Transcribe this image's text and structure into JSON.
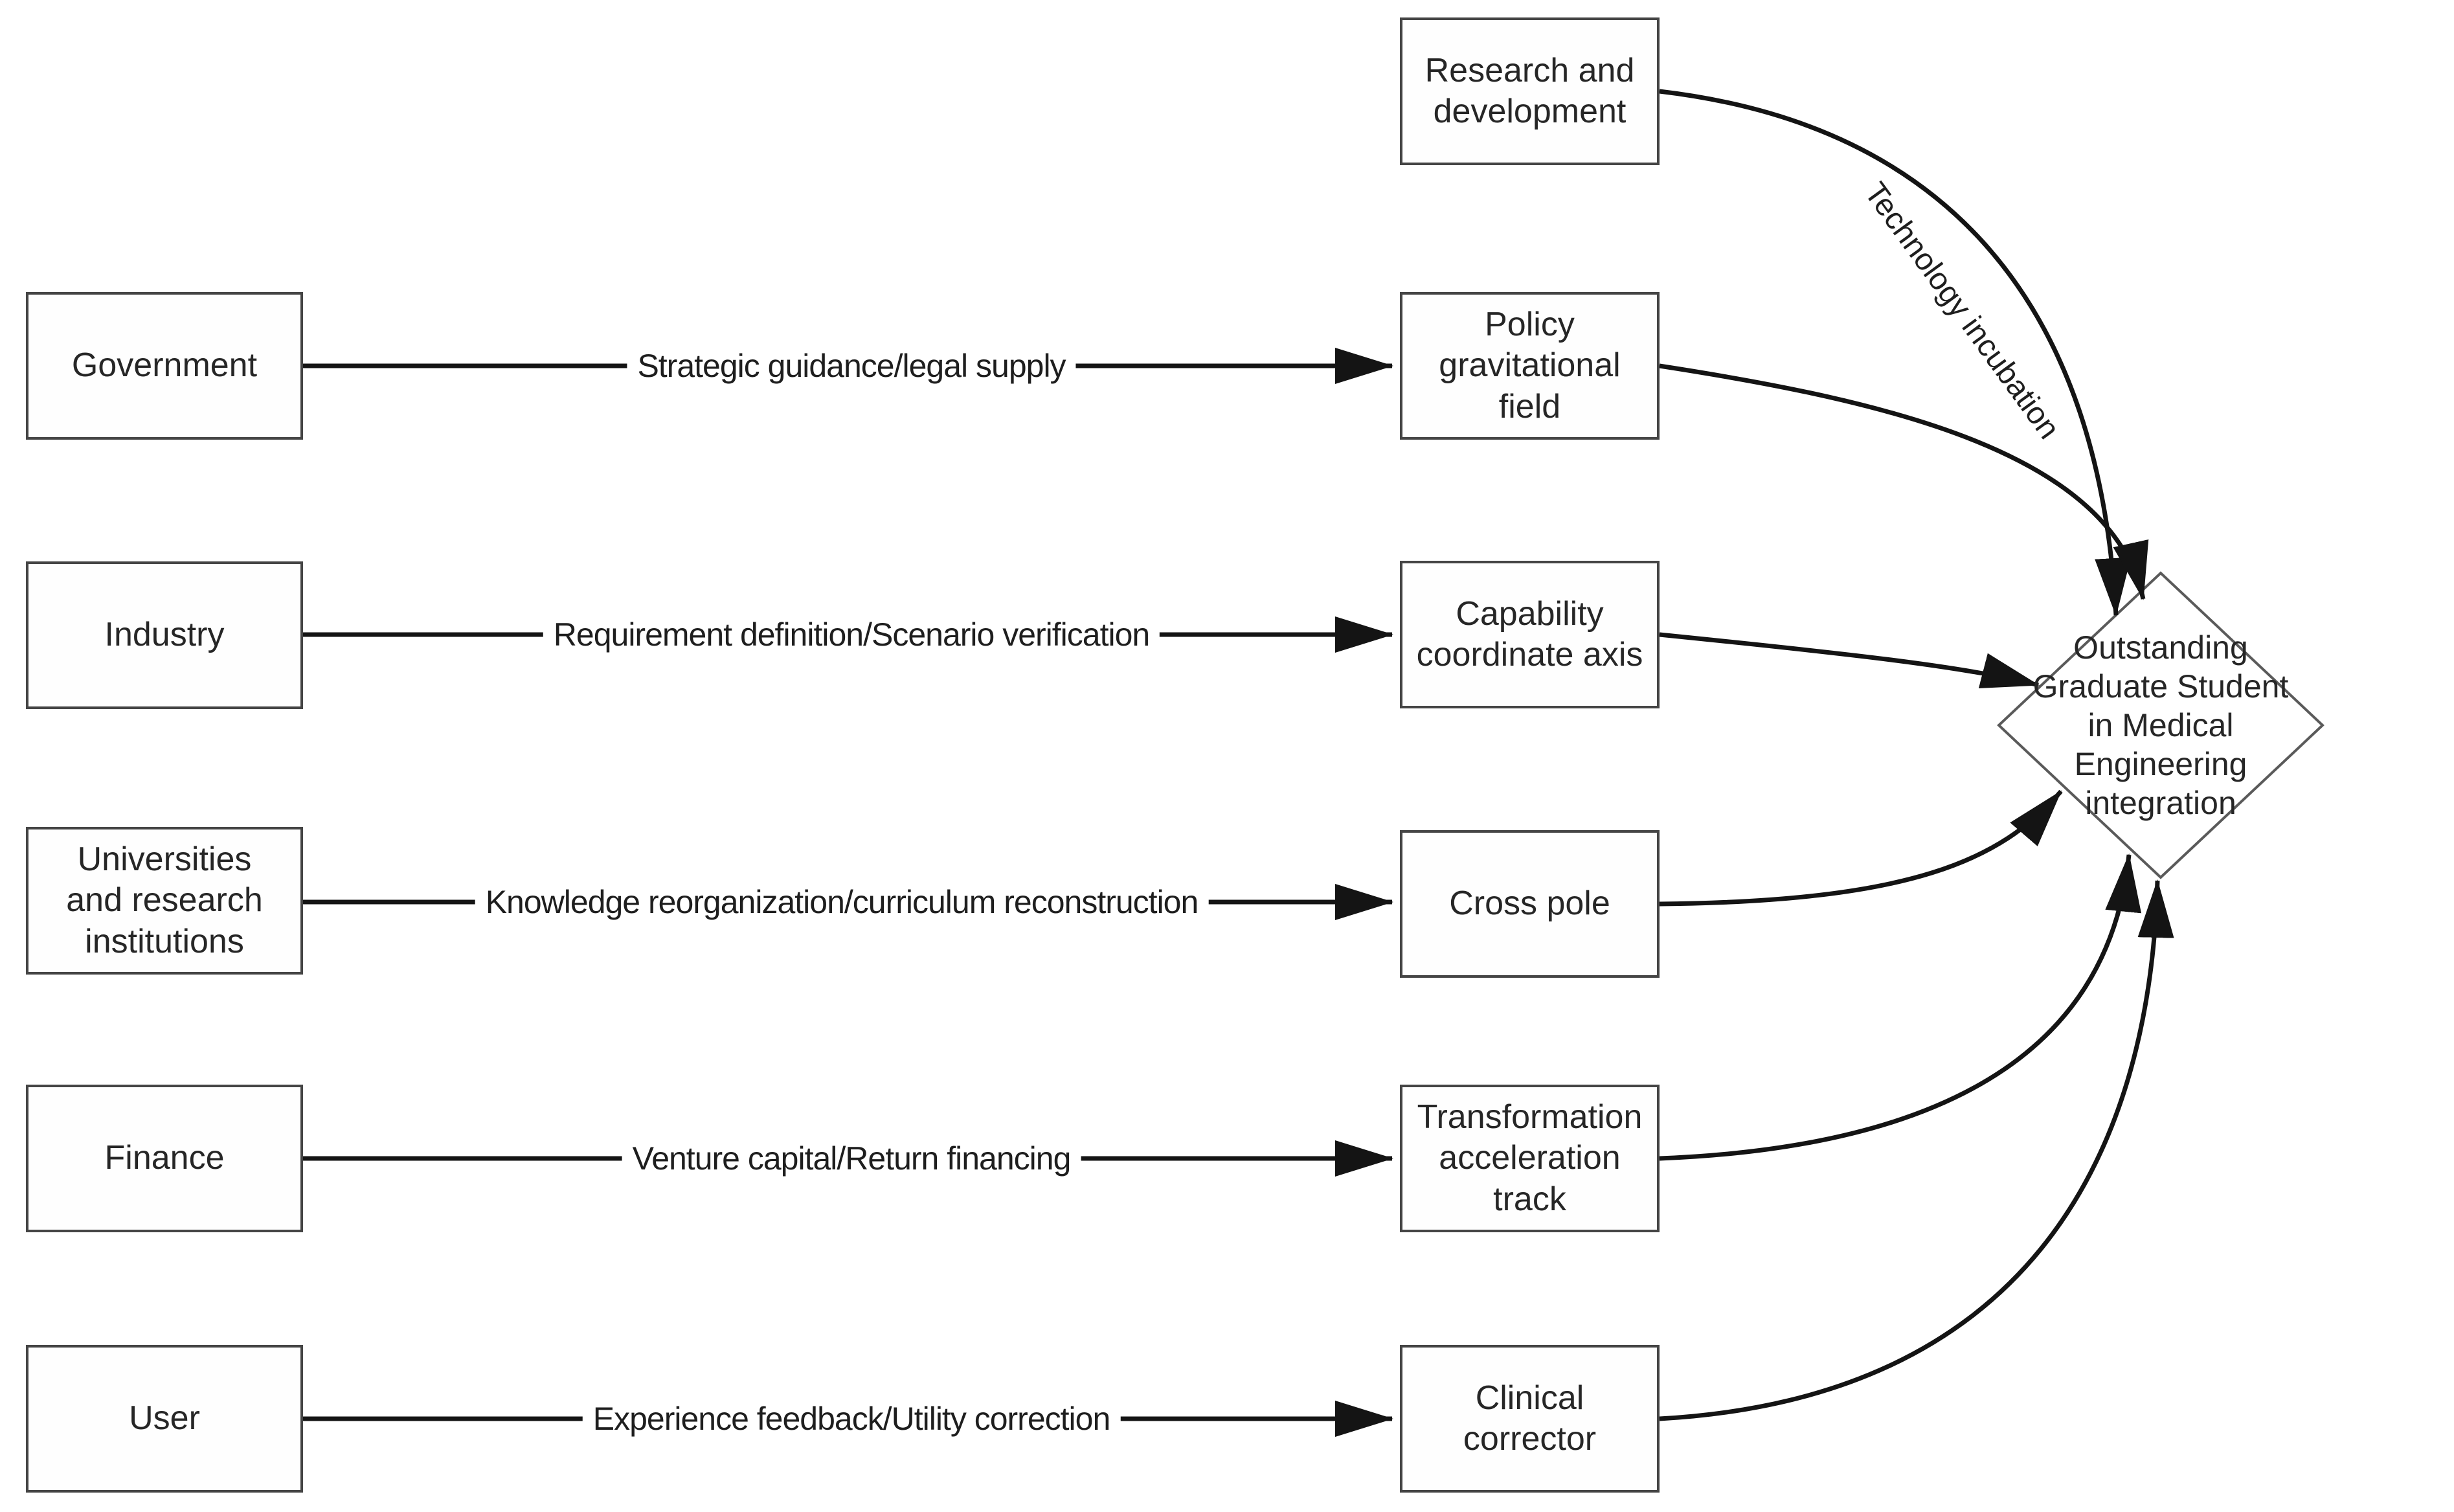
{
  "colors": {
    "background": "#ffffff",
    "box_border": "#454545",
    "diamond_border": "#5a5a5a",
    "line": "#141414",
    "text": "#262626"
  },
  "nodes": {
    "left": [
      {
        "id": "government",
        "label": "Government"
      },
      {
        "id": "industry",
        "label": "Industry"
      },
      {
        "id": "universities",
        "label": "Universities\nand research\ninstitutions"
      },
      {
        "id": "finance",
        "label": "Finance"
      },
      {
        "id": "user",
        "label": "User"
      }
    ],
    "middle": [
      {
        "id": "research-development",
        "label": "Research and\ndevelopment"
      },
      {
        "id": "policy-gravitational",
        "label": "Policy\ngravitational\nfield"
      },
      {
        "id": "capability-coordinate",
        "label": "Capability\ncoordinate axis"
      },
      {
        "id": "cross-pole",
        "label": "Cross pole"
      },
      {
        "id": "transformation-track",
        "label": "Transformation\nacceleration\ntrack"
      },
      {
        "id": "clinical-corrector",
        "label": "Clinical\ncorrector"
      }
    ],
    "diamond": {
      "id": "outstanding-graduate",
      "label": "Outstanding\nGraduate Student\nin Medical\nEngineering\nintegration"
    }
  },
  "edges": {
    "horizontal": [
      {
        "from": "government",
        "to": "policy-gravitational",
        "label": "Strategic guidance/legal supply"
      },
      {
        "from": "industry",
        "to": "capability-coordinate",
        "label": "Requirement definition/Scenario verification"
      },
      {
        "from": "universities",
        "to": "cross-pole",
        "label": "Knowledge reorganization/curriculum reconstruction"
      },
      {
        "from": "finance",
        "to": "transformation-track",
        "label": "Venture capital/Return financing"
      },
      {
        "from": "user",
        "to": "clinical-corrector",
        "label": "Experience feedback/Utility correction"
      }
    ],
    "curved": {
      "technology_incubation_label": "Technology incubation"
    }
  }
}
